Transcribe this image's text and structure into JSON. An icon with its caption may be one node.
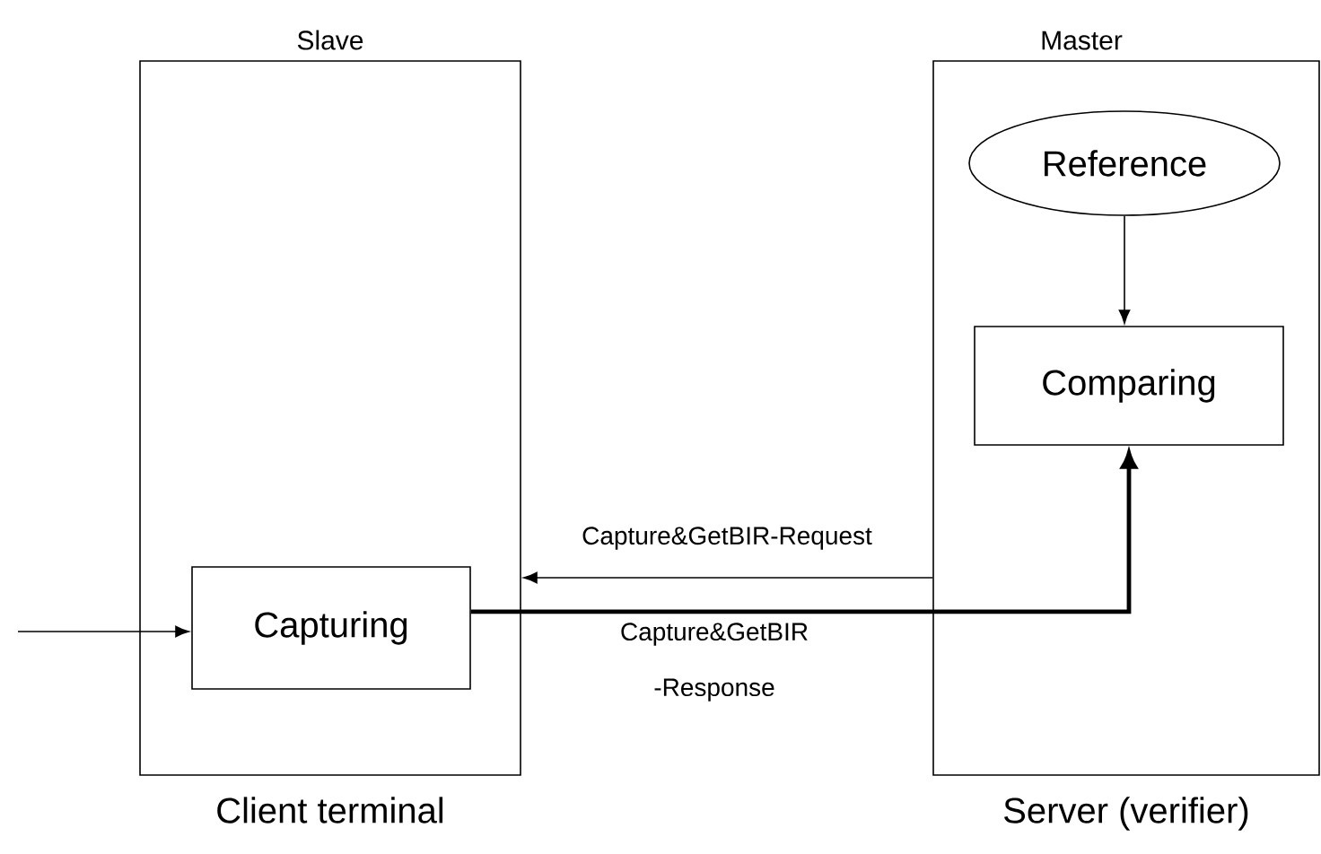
{
  "diagram": {
    "nodes": [
      {
        "text": [
          "Slave",
          "Client terminal"
        ]
      },
      {
        "text": [
          "Capturing"
        ],
        "in": 0
      },
      {
        "text": [
          "Master",
          "Server (verifier)"
        ]
      },
      {
        "text": [
          "Reference"
        ],
        "in": 2
      },
      {
        "text": [
          "Comparing"
        ],
        "in": 2
      }
    ],
    "edges": [
      {
        "from": null,
        "to": 1,
        "arrow": "to"
      },
      {
        "from": 3,
        "to": 4,
        "arrow": "to"
      },
      {
        "from": 2,
        "to": 0,
        "arrow": "to",
        "label": "Capture&GetBIR-Request"
      },
      {
        "from": 1,
        "to": 4,
        "arrow": "to",
        "label": "Capture&GetBIR -Response",
        "style": "thick"
      }
    ]
  }
}
